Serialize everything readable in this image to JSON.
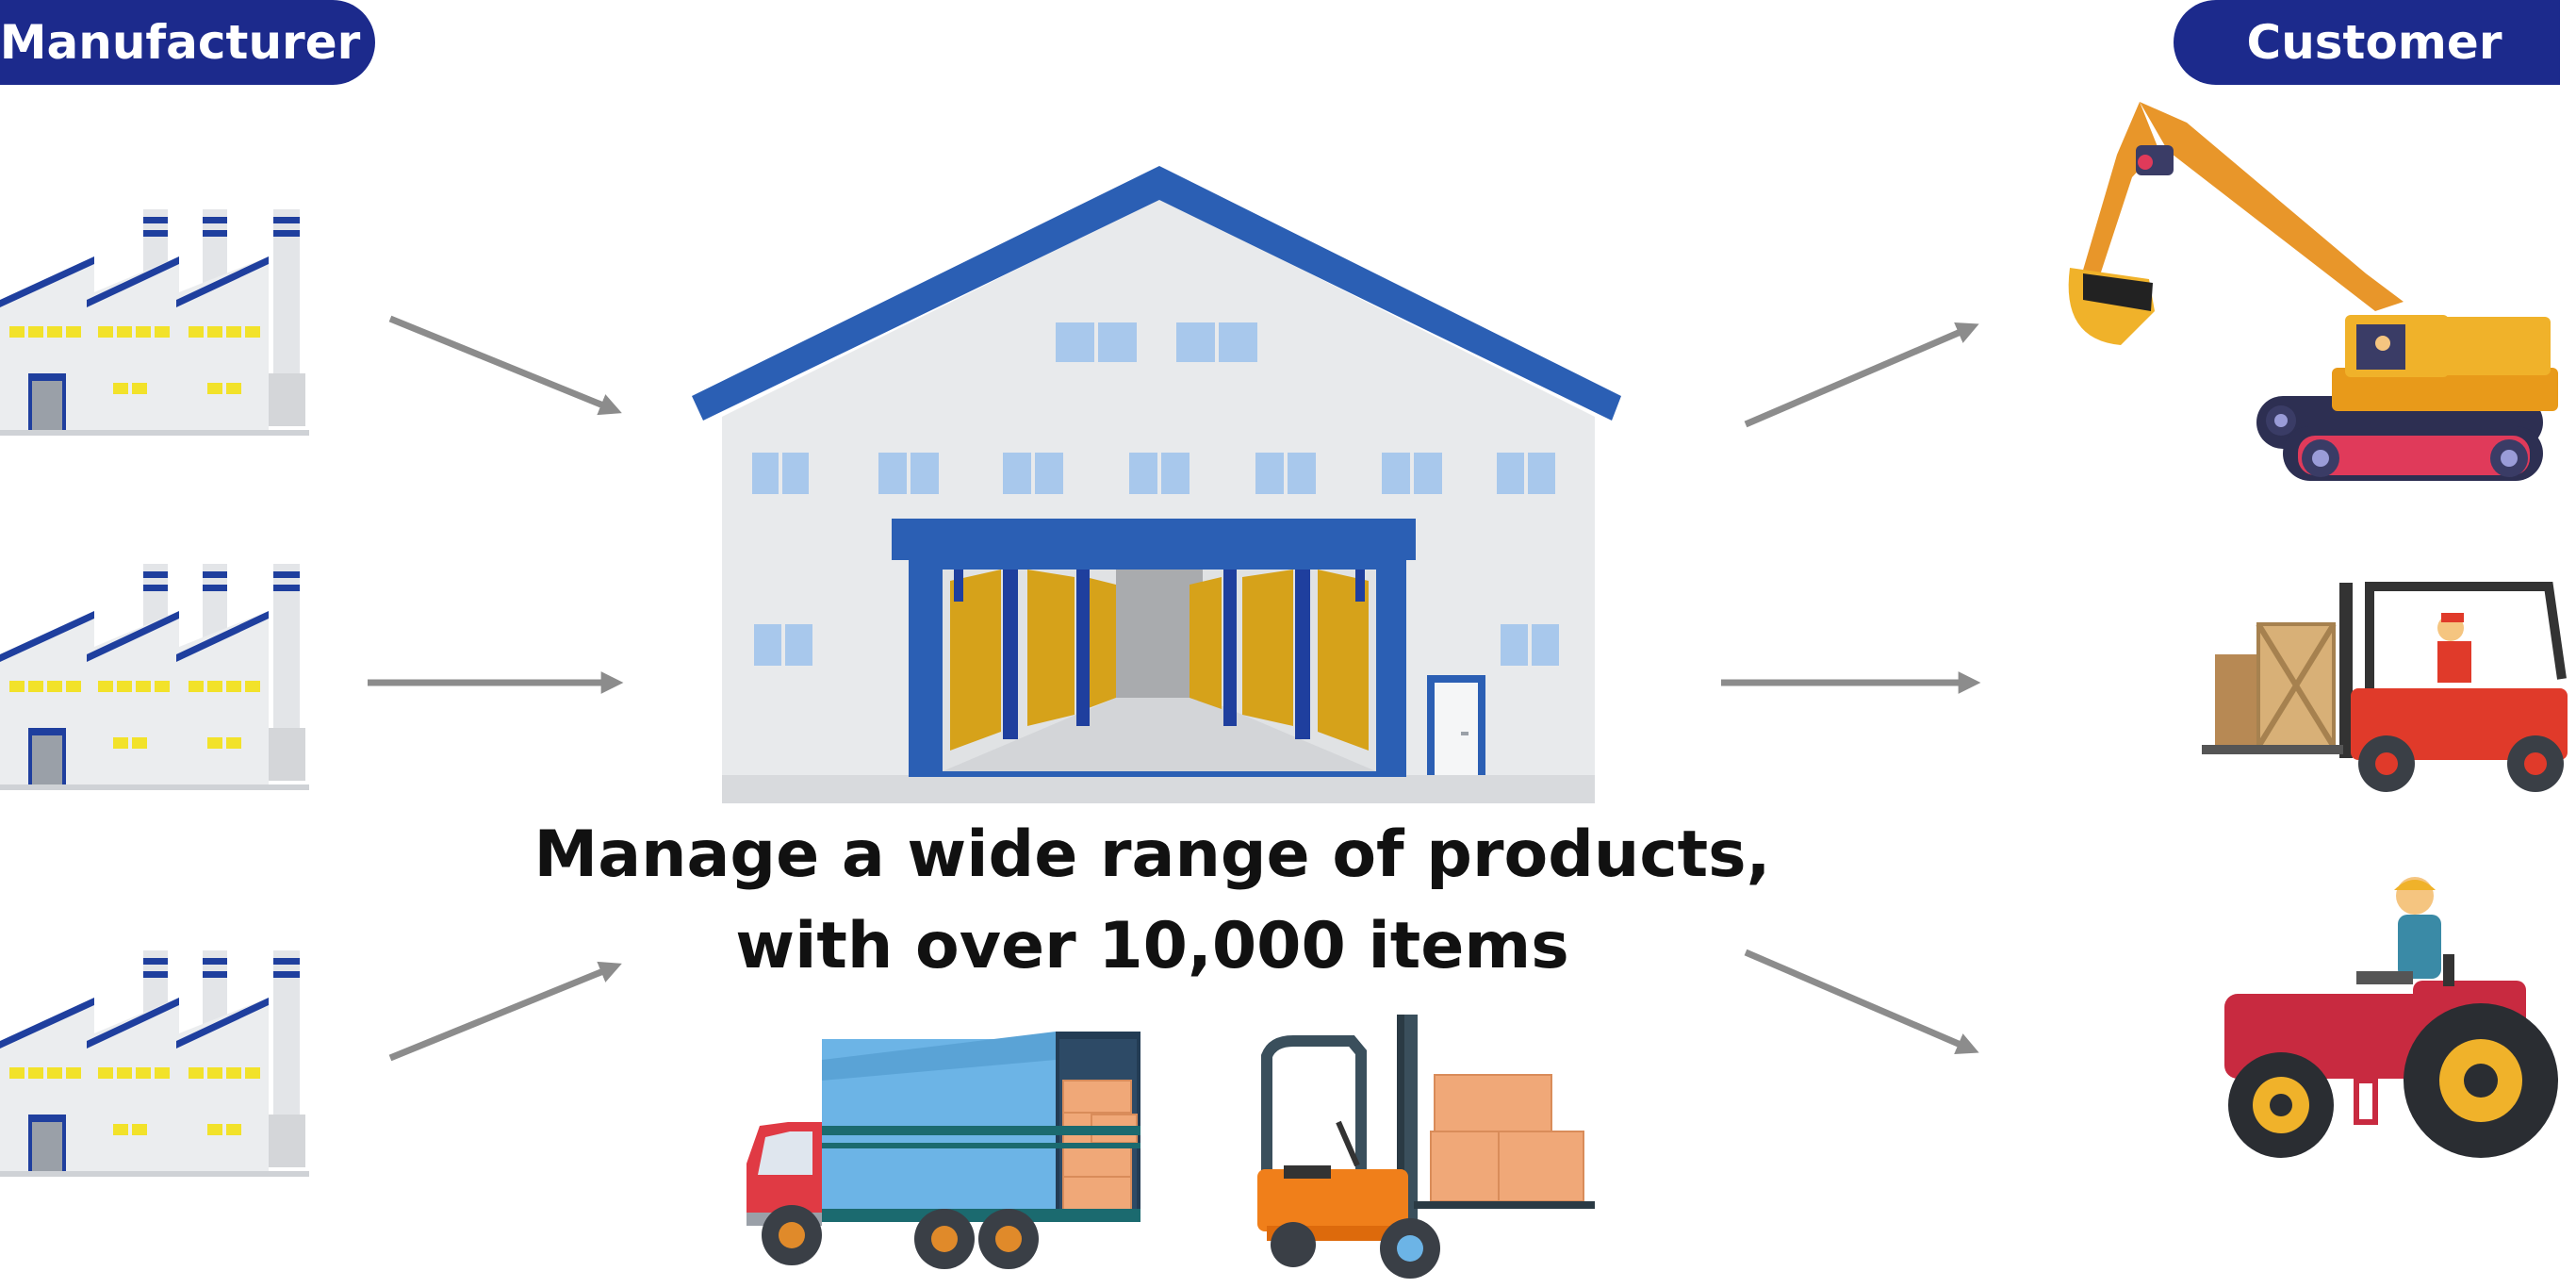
{
  "labels": {
    "manufacturer": "Manufacturer",
    "customer": "Customer"
  },
  "caption": {
    "line1": "Manage a wide range of products,",
    "line2": "with over 10,000 items"
  },
  "colors": {
    "label_bg": "#1c2a8c",
    "arrow": "#8c8c8c",
    "warehouse_roof": "#2b5fb4",
    "warehouse_wall": "#e8eaec",
    "factory_window": "#f2e22a"
  },
  "icons": {
    "sources": [
      "factory-icon",
      "factory-icon",
      "factory-icon"
    ],
    "hub": "warehouse-icon",
    "transport": [
      "truck-icon",
      "forklift-icon"
    ],
    "destinations": [
      "excavator-icon",
      "forklift-icon",
      "tractor-icon"
    ]
  }
}
